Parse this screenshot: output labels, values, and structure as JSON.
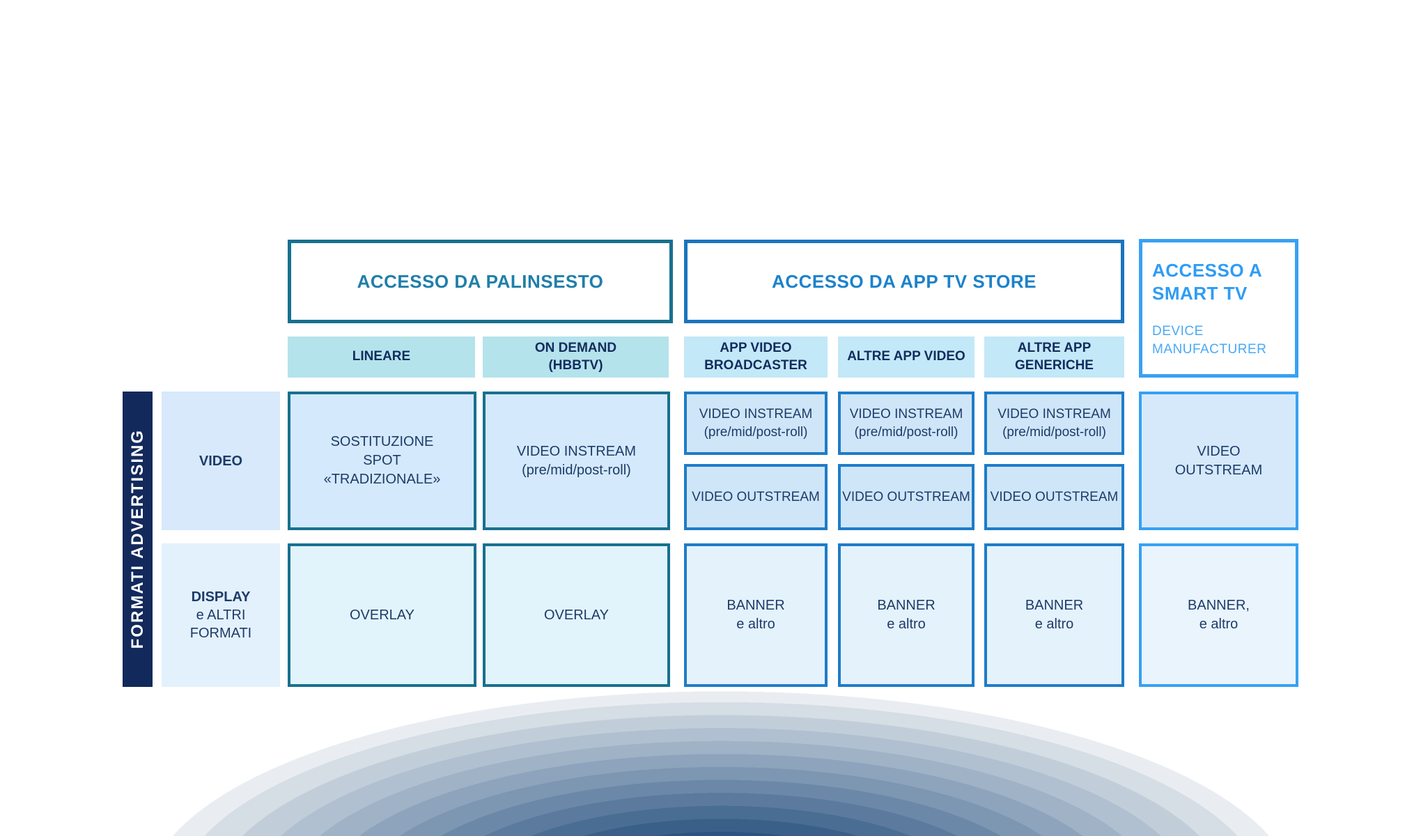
{
  "colors": {
    "teal_border": "#17718f",
    "teal_text": "#1f7fa9",
    "blue_border": "#1b74bf",
    "blue_text": "#1c82cb",
    "sky_border": "#38a1f3",
    "sky_text": "#2f9cf4",
    "sky_subtitle_text": "#4aa9f5",
    "navy_cell_text": "#1e3b69",
    "navy_subheader_text": "#132c5e",
    "left_bar_bg": "#12295b",
    "subheader_cyan_bg": "#b5e3ec",
    "subheader_blue_bg": "#c3e8f8",
    "gradient_dark": "#2d5480"
  },
  "left_bar": {
    "label": "FORMATI ADVERTISING"
  },
  "row_labels": {
    "video": {
      "line1": "VIDEO"
    },
    "display": {
      "line1": "DISPLAY",
      "line2": "e ALTRI",
      "line3": "FORMATI"
    }
  },
  "groups": {
    "palinsesto": {
      "title": "ACCESSO DA PALINSESTO"
    },
    "app_store": {
      "title": "ACCESSO DA APP TV STORE"
    },
    "smart_tv": {
      "title_line1": "ACCESSO A",
      "title_line2": "SMART TV",
      "subtitle_line1": "DEVICE",
      "subtitle_line2": "MANUFACTURER"
    }
  },
  "subheaders": {
    "lineare": {
      "line1": "LINEARE"
    },
    "on_demand": {
      "line1": "ON DEMAND",
      "line2": "(HBBTV)"
    },
    "app_video_broadcaster": {
      "line1": "APP VIDEO",
      "line2": "BROADCASTER"
    },
    "altre_app_video": {
      "line1": "ALTRE APP VIDEO"
    },
    "altre_app_generiche": {
      "line1": "ALTRE APP",
      "line2": "GENERICHE"
    }
  },
  "cells": {
    "lineare_video": {
      "line1": "SOSTITUZIONE",
      "line2": "SPOT",
      "line3": "«TRADIZIONALE»"
    },
    "on_demand_video": {
      "line1": "VIDEO INSTREAM",
      "line2": "(pre/mid/post-roll)"
    },
    "app_video_broadcaster_instream": {
      "line1": "VIDEO INSTREAM",
      "line2": "(pre/mid/post-roll)"
    },
    "app_video_broadcaster_outstream": {
      "line1": "VIDEO OUTSTREAM"
    },
    "altre_app_video_instream": {
      "line1": "VIDEO INSTREAM",
      "line2": "(pre/mid/post-roll)"
    },
    "altre_app_video_outstream": {
      "line1": "VIDEO OUTSTREAM"
    },
    "altre_app_generiche_instream": {
      "line1": "VIDEO INSTREAM",
      "line2": "(pre/mid/post-roll)"
    },
    "altre_app_generiche_outstream": {
      "line1": "VIDEO OUTSTREAM"
    },
    "smart_tv_video": {
      "line1": "VIDEO",
      "line2": "OUTSTREAM"
    },
    "lineare_display": {
      "line1": "OVERLAY"
    },
    "on_demand_display": {
      "line1": "OVERLAY"
    },
    "app_video_broadcaster_display": {
      "line1": "BANNER",
      "line2": "e altro"
    },
    "altre_app_video_display": {
      "line1": "BANNER",
      "line2": "e altro"
    },
    "altre_app_generiche_display": {
      "line1": "BANNER",
      "line2": "e altro"
    },
    "smart_tv_display": {
      "line1": "BANNER,",
      "line2": "e altro"
    }
  }
}
